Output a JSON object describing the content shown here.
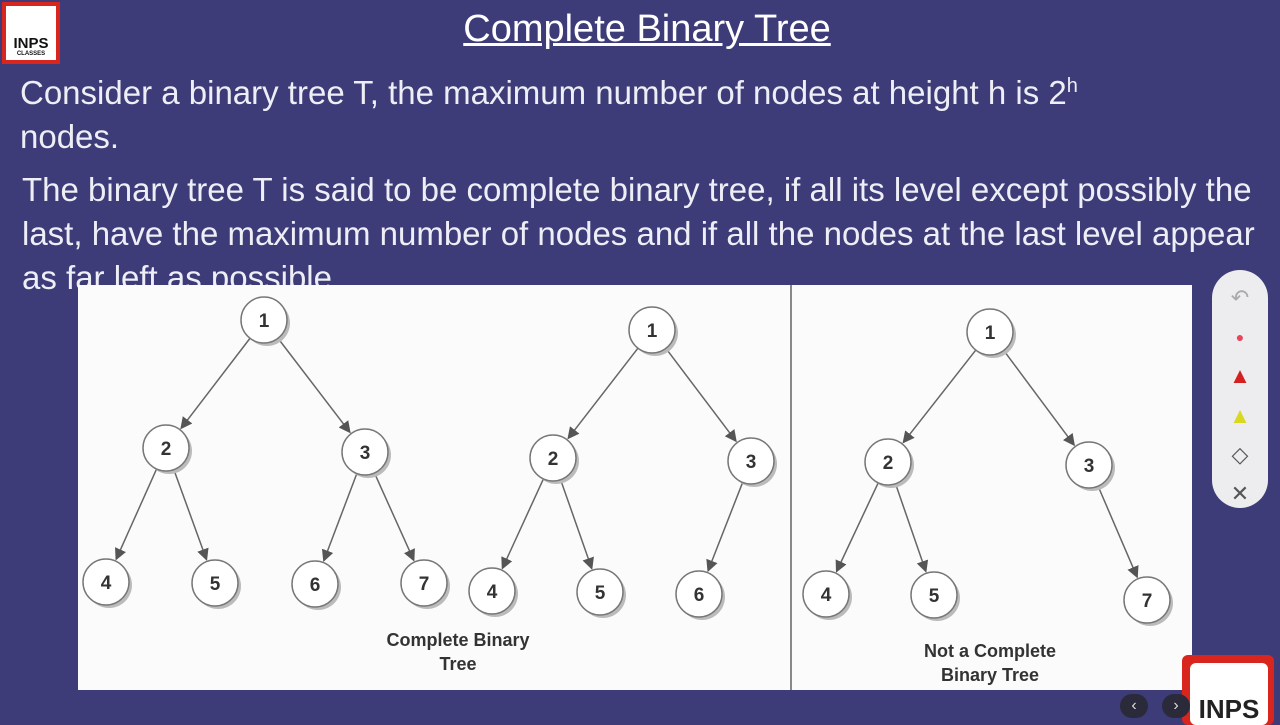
{
  "logo": {
    "main": "INPS",
    "sub": "CLASSES"
  },
  "slide": {
    "title": "Complete Binary Tree",
    "para1_text": "Consider a binary tree T, the maximum number of nodes at height h is 2",
    "para1_sup": "h",
    "para1_tail": " nodes.",
    "para2": "The binary tree T is said to be complete binary tree, if all its level except possibly the last, have the maximum number of nodes and if all the nodes at the last level appear as far left as possible."
  },
  "diagram": {
    "trees": [
      {
        "nodes": [
          "1",
          "2",
          "3",
          "4",
          "5",
          "6",
          "7"
        ]
      },
      {
        "nodes": [
          "1",
          "2",
          "3",
          "4",
          "5",
          "6"
        ]
      },
      {
        "nodes": [
          "1",
          "2",
          "3",
          "4",
          "5",
          "7"
        ]
      }
    ],
    "caption_complete": [
      "Complete Binary",
      "Tree"
    ],
    "caption_not_complete": [
      "Not a Complete",
      "Binary Tree"
    ]
  },
  "toolbar": {
    "items": [
      {
        "icon": "undo-icon",
        "glyph": "↶"
      },
      {
        "icon": "laser-pointer-icon",
        "glyph": "●"
      },
      {
        "icon": "red-pen-icon",
        "glyph": "▲"
      },
      {
        "icon": "highlighter-icon",
        "glyph": "▲"
      },
      {
        "icon": "eraser-icon",
        "glyph": "◇"
      },
      {
        "icon": "close-icon",
        "glyph": "✕"
      }
    ],
    "colors": {
      "laser": "#e8445a",
      "pen": "#d42020",
      "highlighter": "#d8d820"
    }
  },
  "brand": {
    "label": "INPS"
  },
  "nav": {
    "prev": "‹",
    "next": "›"
  }
}
